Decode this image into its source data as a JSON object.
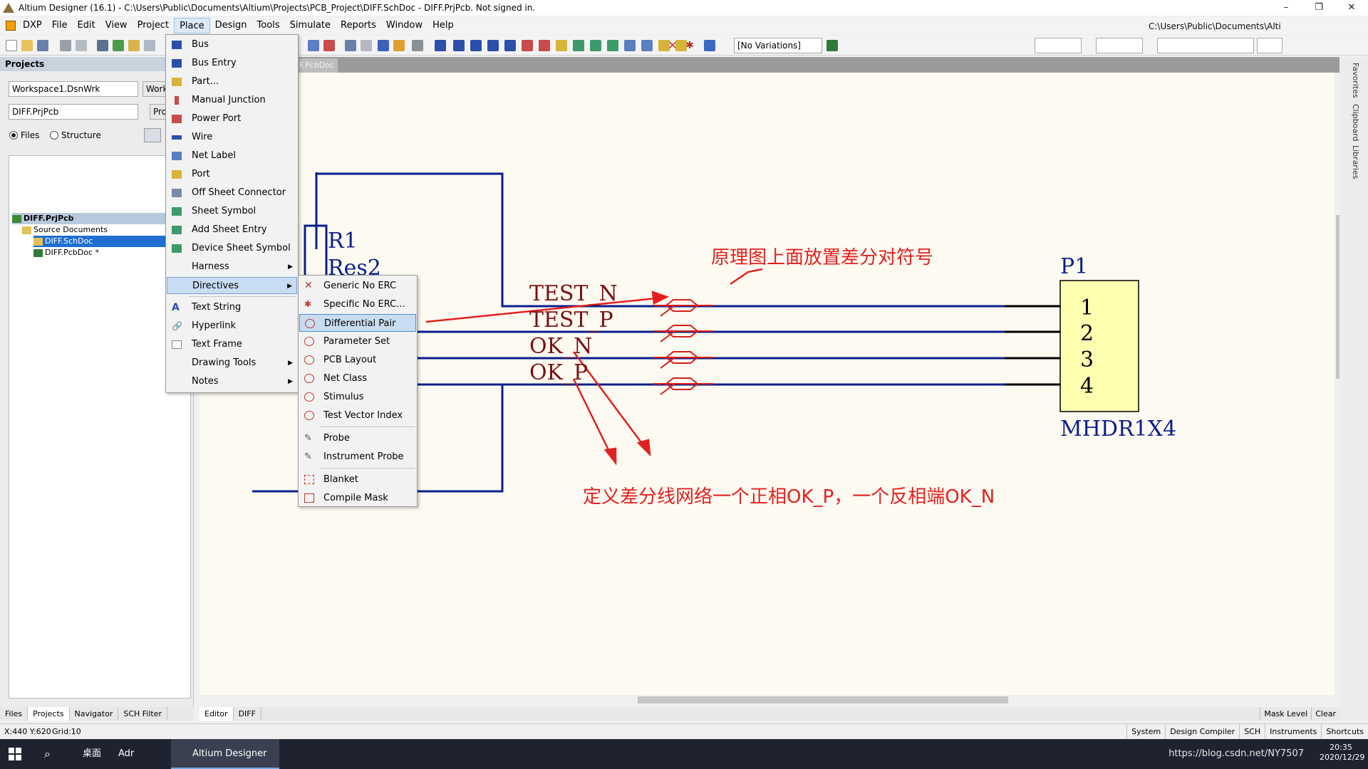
{
  "window": {
    "title": "Altium Designer (16.1) - C:\\Users\\Public\\Documents\\Altium\\Projects\\PCB_Project\\DIFF.SchDoc - DIFF.PrjPcb. Not signed in.",
    "min": "–",
    "max": "❐",
    "close": "✕"
  },
  "menubar": {
    "items": [
      "DXP",
      "File",
      "Edit",
      "View",
      "Project",
      "Place",
      "Design",
      "Tools",
      "Simulate",
      "Reports",
      "Window",
      "Help"
    ],
    "active": "Place"
  },
  "toolbar": {
    "variations": "[No Variations]",
    "path": "C:\\Users\\Public\\Documents\\Alti"
  },
  "projects_panel": {
    "header": "Projects",
    "workspace": "Workspace1.DsnWrk",
    "workspace_btn": "Work",
    "project": "DIFF.PrjPcb",
    "project_btn": "Pro",
    "radio_files": "Files",
    "radio_structure": "Structure",
    "tree": {
      "project": "DIFF.PrjPcb",
      "folder": "Source Documents",
      "doc1": "DIFF.SchDoc",
      "doc2": "DIFF.PcbDoc *"
    }
  },
  "doc_tab": "F.PcbDoc *",
  "place_menu": [
    {
      "label": "Bus",
      "icon": "bus-icon"
    },
    {
      "label": "Bus Entry",
      "icon": "bus-entry-icon"
    },
    {
      "label": "Part...",
      "icon": "part-icon"
    },
    {
      "label": "Manual Junction",
      "icon": "junction-icon"
    },
    {
      "label": "Power Port",
      "icon": "power-port-icon"
    },
    {
      "label": "Wire",
      "icon": "wire-icon"
    },
    {
      "label": "Net Label",
      "icon": "net-label-icon"
    },
    {
      "label": "Port",
      "icon": "port-icon"
    },
    {
      "label": "Off Sheet Connector",
      "icon": "off-sheet-connector-icon"
    },
    {
      "label": "Sheet Symbol",
      "icon": "sheet-symbol-icon"
    },
    {
      "label": "Add Sheet Entry",
      "icon": "sheet-entry-icon"
    },
    {
      "label": "Device Sheet Symbol",
      "icon": "device-sheet-icon"
    },
    {
      "label": "Harness",
      "icon": "harness-icon"
    },
    {
      "label": "Directives",
      "icon": "directives-icon"
    },
    {
      "label": "Text String",
      "icon": "text-string-icon"
    },
    {
      "label": "Hyperlink",
      "icon": "hyperlink-icon"
    },
    {
      "label": "Text Frame",
      "icon": "text-frame-icon"
    },
    {
      "label": "Drawing Tools",
      "icon": "drawing-tools-icon"
    },
    {
      "label": "Notes",
      "icon": "notes-icon"
    }
  ],
  "directives_menu": [
    {
      "label": "Generic No ERC",
      "icon": "no-erc-icon"
    },
    {
      "label": "Specific No ERC...",
      "icon": "specific-no-erc-icon"
    },
    {
      "label": "Differential Pair",
      "icon": "diff-pair-icon"
    },
    {
      "label": "Parameter Set",
      "icon": "parameter-set-icon"
    },
    {
      "label": "PCB Layout",
      "icon": "pcb-layout-icon"
    },
    {
      "label": "Net Class",
      "icon": "net-class-icon"
    },
    {
      "label": "Stimulus",
      "icon": "stimulus-icon"
    },
    {
      "label": "Test Vector Index",
      "icon": "test-vector-icon"
    },
    {
      "label": "Probe",
      "icon": "probe-icon"
    },
    {
      "label": "Instrument Probe",
      "icon": "instrument-probe-icon"
    },
    {
      "label": "Blanket",
      "icon": "blanket-icon"
    },
    {
      "label": "Compile Mask",
      "icon": "compile-mask-icon"
    }
  ],
  "schematic": {
    "resistor_designator": "R1",
    "resistor_comment": "Res2",
    "nets": [
      "TEST_N",
      "TEST_P",
      "OK_N",
      "OK_P"
    ],
    "connector_designator": "P1",
    "connector_comment": "MHDR1X4",
    "pins": [
      "1",
      "2",
      "3",
      "4"
    ],
    "annotation_top": "原理图上面放置差分对符号",
    "annotation_bottom": "定义差分线网络一个正相OK_P，一个反相端OK_N",
    "colors": {
      "wire": "#0a1e8c",
      "annotation": "#e32020",
      "connector_fill": "#ffffb0"
    }
  },
  "side_labels": [
    "Favorites",
    "Clipboard",
    "Libraries"
  ],
  "left_tabs": [
    "Files",
    "Projects",
    "Navigator",
    "SCH Filter"
  ],
  "editor_tabs": [
    "Editor",
    "DIFF"
  ],
  "editor_right": [
    "Mask Level",
    "Clear"
  ],
  "status": {
    "coords": "X:440 Y:620",
    "grid": "Grid:10",
    "right": [
      "System",
      "Design Compiler",
      "SCH",
      "Instruments",
      "Shortcuts"
    ]
  },
  "taskbar": {
    "desktop": "桌面",
    "user": "Adr",
    "app": "Altium Designer (...",
    "url": "https://blog.csdn.net/NY7507",
    "time": "20:35",
    "date": "2020/12/29"
  }
}
